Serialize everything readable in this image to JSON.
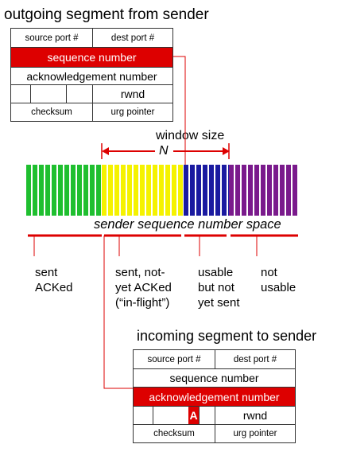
{
  "outgoing": {
    "title": "outgoing segment from sender",
    "source_port": "source port #",
    "dest_port": "dest port #",
    "sequence_number": "sequence number",
    "ack_number": "acknowledgement number",
    "rwnd": "rwnd",
    "checksum": "checksum",
    "urg_pointer": "urg pointer"
  },
  "window": {
    "label": "window size",
    "symbol": "N"
  },
  "space_label": "sender sequence number space",
  "regions": [
    {
      "line1": "sent",
      "line2": "ACKed",
      "line3": ""
    },
    {
      "line1": "sent, not-",
      "line2": "yet ACKed",
      "line3": "(“in-flight”)"
    },
    {
      "line1": "usable",
      "line2": "but not",
      "line3": "yet sent"
    },
    {
      "line1": "not",
      "line2": "usable",
      "line3": ""
    }
  ],
  "incoming": {
    "title": "incoming segment to sender",
    "source_port": "source port #",
    "dest_port": "dest port #",
    "sequence_number": "sequence number",
    "ack_number": "acknowledgement number",
    "flag": "A",
    "rwnd": "rwnd",
    "checksum": "checksum",
    "urg_pointer": "urg pointer"
  },
  "colors": {
    "highlight": "#dd0000",
    "green": "#1fbf2f",
    "yellow": "#f5f200",
    "blue": "#1a1aa0",
    "purple": "#7a1a8c"
  }
}
